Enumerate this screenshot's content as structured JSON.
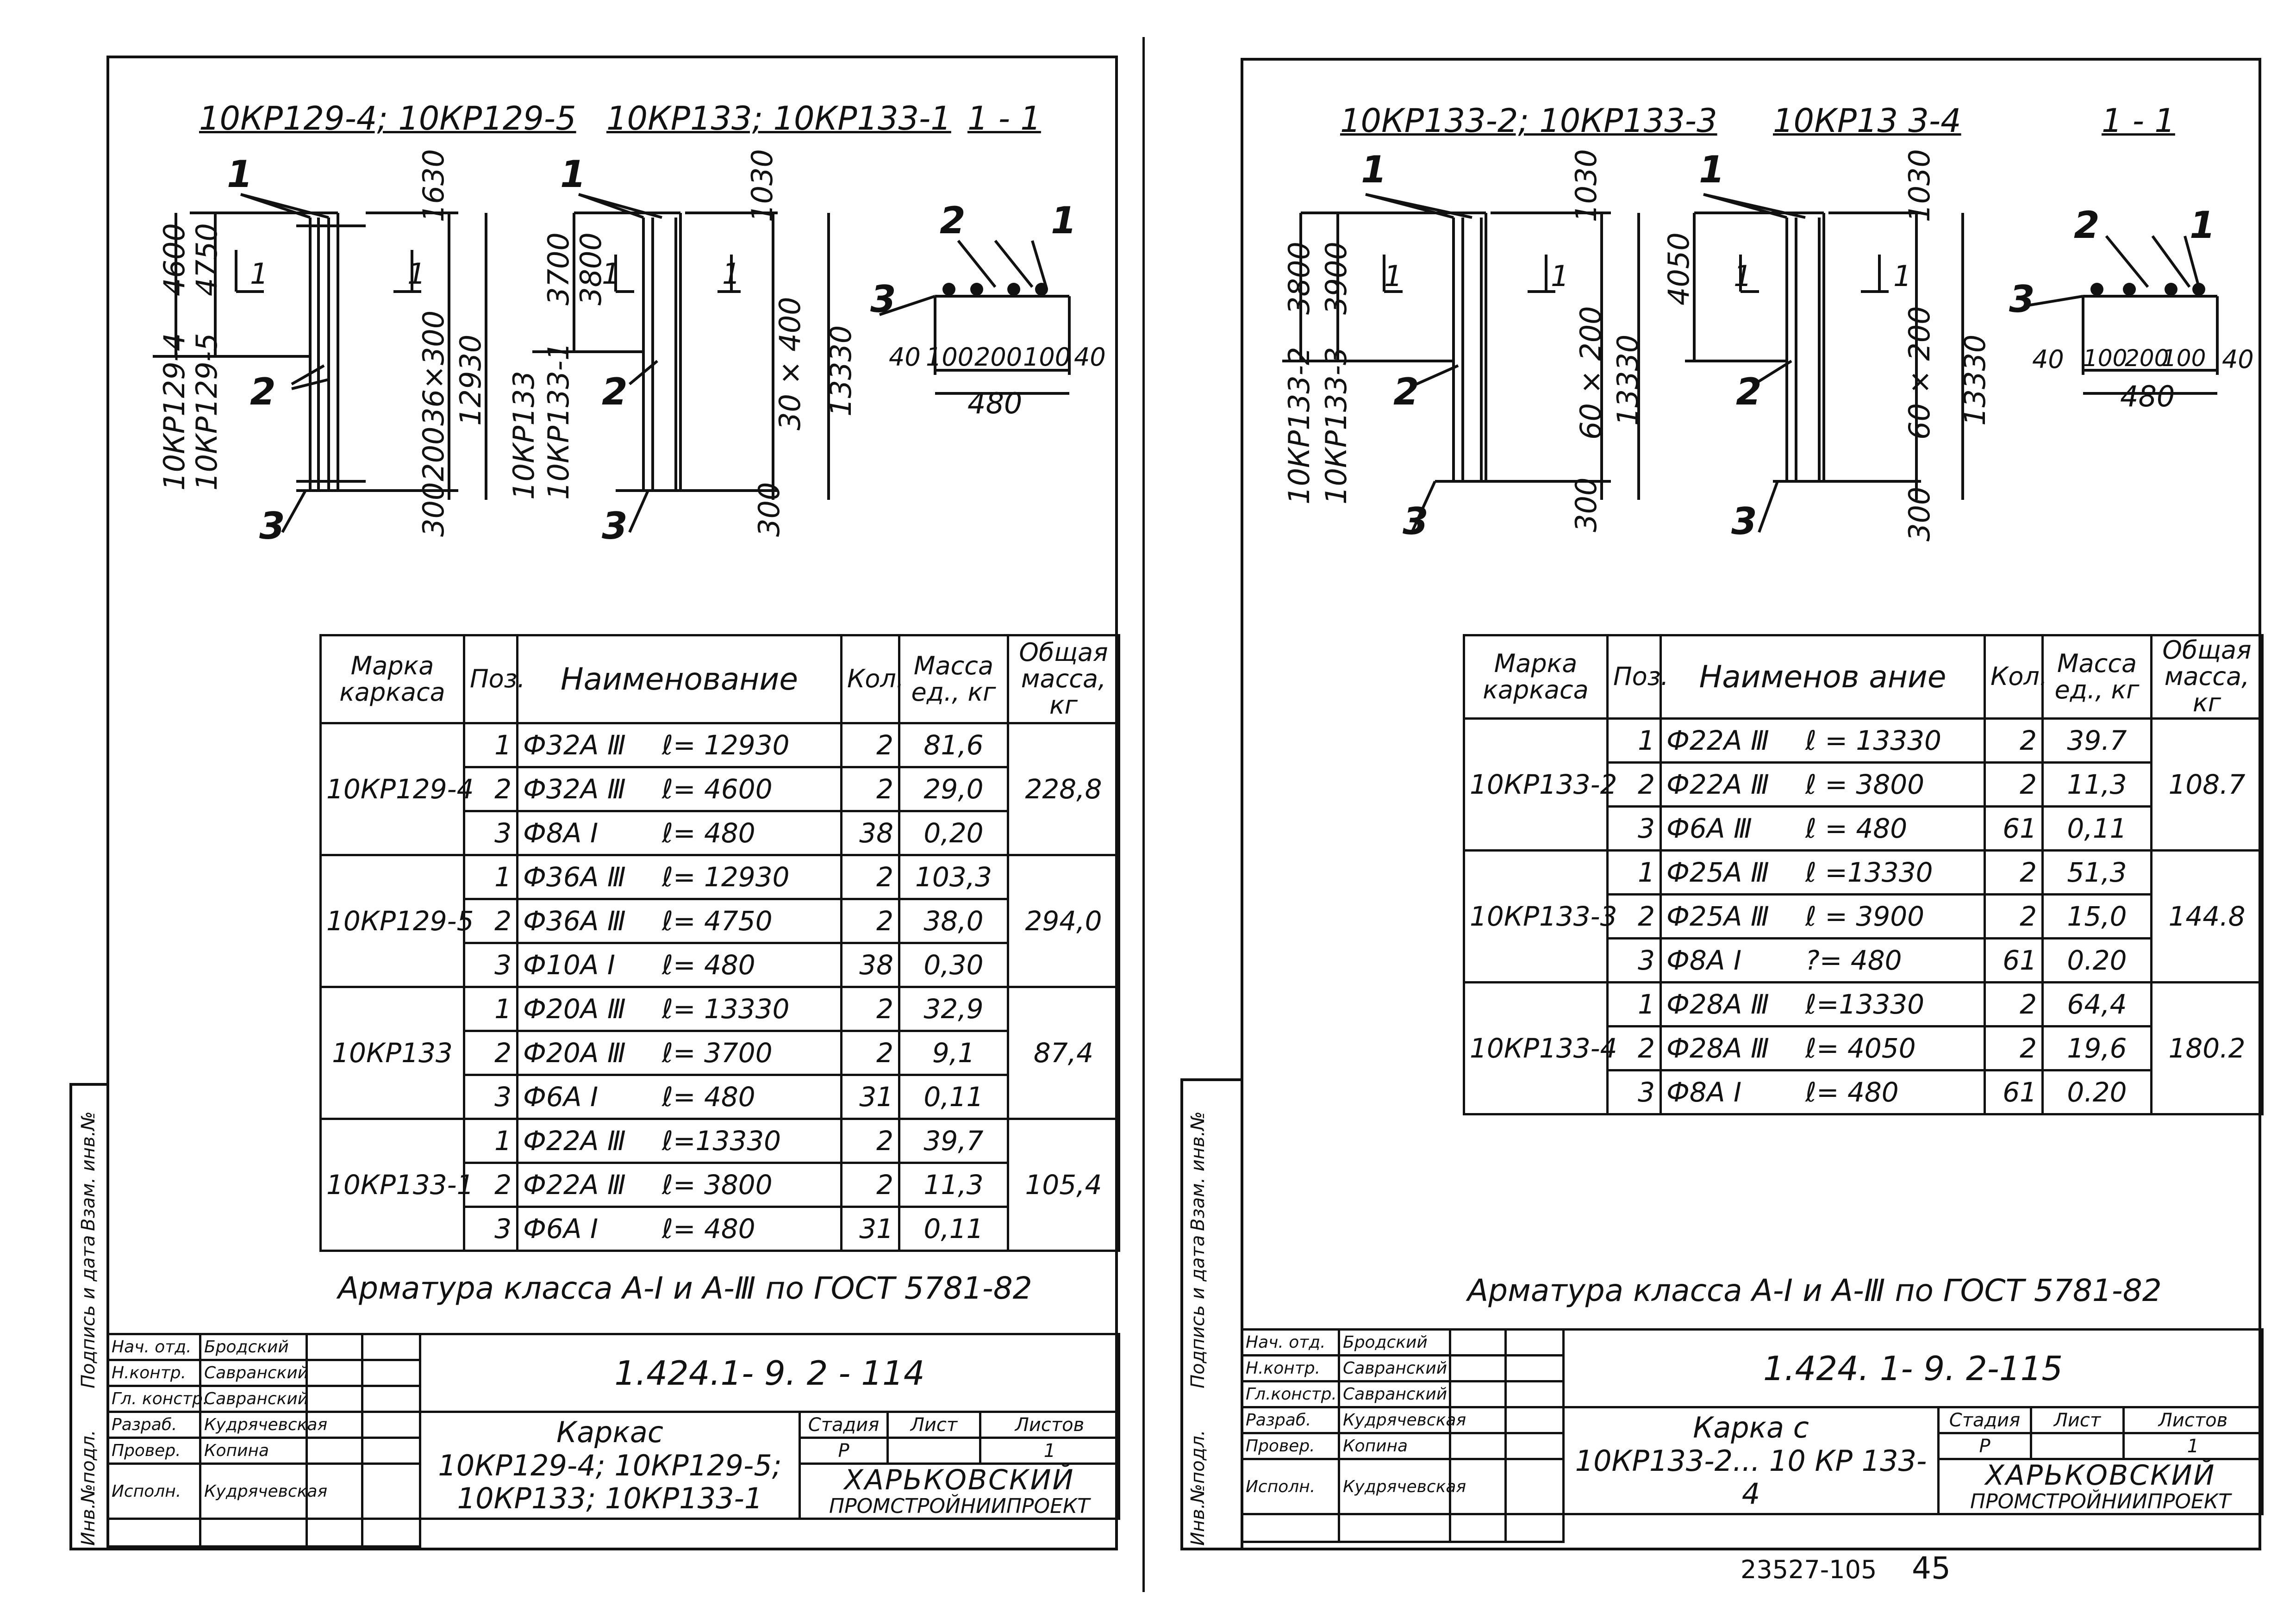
{
  "left_sheet": {
    "titles": {
      "t1": "10КР129-4; 10КР129-5",
      "t2": "10КР133; 10КР133-1",
      "t3": "1 - 1"
    },
    "dims": {
      "d4600": "4600",
      "d4750": "4750",
      "d1630": "1630",
      "d36x300": "36×300",
      "d12930": "12930",
      "d200": "200",
      "d300a": "300",
      "d3700": "3700",
      "d3800": "3800",
      "d1030": "1030",
      "d30x400": "30 × 400",
      "d13330": "13330",
      "d300b": "300",
      "sec40a": "40",
      "sec100a": "100",
      "sec200": "200",
      "sec100b": "100",
      "sec40b": "40",
      "sec480": "480"
    },
    "side_marks": {
      "m1": "10КР129-4",
      "m2": "10КР129-5",
      "m3": "10КР133",
      "m4": "10КР133-1"
    },
    "cut_marks": {
      "a": "1",
      "b": "1",
      "c": "1",
      "d": "1"
    },
    "pos": {
      "p1a": "1",
      "p2a": "2",
      "p3a": "3",
      "p1b": "1",
      "p2b": "2",
      "p3b": "3",
      "p1c": "1",
      "p2c": "2",
      "p3c": "3"
    },
    "table": {
      "headers": {
        "mark": "Марка каркаса",
        "pos": "Поз.",
        "name": "Наименование",
        "qty": "Кол.",
        "mass": "Масса ед., кг",
        "total": "Общая масса, кг"
      },
      "groups": [
        {
          "mark": "10КР129-4",
          "total": "228,8",
          "rows": [
            {
              "pos": "1",
              "name": "Ф32А Ⅲ",
              "len": "ℓ= 12930",
              "qty": "2",
              "mass": "81,6"
            },
            {
              "pos": "2",
              "name": "Ф32А Ⅲ",
              "len": "ℓ= 4600",
              "qty": "2",
              "mass": "29,0"
            },
            {
              "pos": "3",
              "name": "Ф8А Ⅰ",
              "len": "ℓ= 480",
              "qty": "38",
              "mass": "0,20"
            }
          ]
        },
        {
          "mark": "10КР129-5",
          "total": "294,0",
          "rows": [
            {
              "pos": "1",
              "name": "Ф36А Ⅲ",
              "len": "ℓ= 12930",
              "qty": "2",
              "mass": "103,3"
            },
            {
              "pos": "2",
              "name": "Ф36А Ⅲ",
              "len": "ℓ= 4750",
              "qty": "2",
              "mass": "38,0"
            },
            {
              "pos": "3",
              "name": "Ф10А Ⅰ",
              "len": "ℓ= 480",
              "qty": "38",
              "mass": "0,30"
            }
          ]
        },
        {
          "mark": "10КР133",
          "total": "87,4",
          "rows": [
            {
              "pos": "1",
              "name": "Ф20А Ⅲ",
              "len": "ℓ= 13330",
              "qty": "2",
              "mass": "32,9"
            },
            {
              "pos": "2",
              "name": "Ф20А Ⅲ",
              "len": "ℓ= 3700",
              "qty": "2",
              "mass": "9,1"
            },
            {
              "pos": "3",
              "name": "Ф6А Ⅰ",
              "len": "ℓ= 480",
              "qty": "31",
              "mass": "0,11"
            }
          ]
        },
        {
          "mark": "10КР133-1",
          "total": "105,4",
          "rows": [
            {
              "pos": "1",
              "name": "Ф22А Ⅲ",
              "len": "ℓ=13330",
              "qty": "2",
              "mass": "39,7"
            },
            {
              "pos": "2",
              "name": "Ф22А Ⅲ",
              "len": "ℓ= 3800",
              "qty": "2",
              "mass": "11,3"
            },
            {
              "pos": "3",
              "name": "Ф6А Ⅰ",
              "len": "ℓ= 480",
              "qty": "31",
              "mass": "0,11"
            }
          ]
        }
      ]
    },
    "note": "Арматура класса А-Ⅰ и А-Ⅲ по ГОСТ 5781-82",
    "stamp": {
      "roles": [
        "Нач. отд.",
        "Н.контр.",
        "Гл. констр.",
        "Разраб.",
        "Провер.",
        "Исполн."
      ],
      "names": [
        "Бродский",
        "Савранский",
        "Савранский",
        "Кудрячевская",
        "Копина",
        "Кудрячевская"
      ],
      "code": "1.424.1- 9. 2 - 114",
      "title1": "Каркас",
      "title2": "10КР129-4; 10КР129-5;",
      "title3": "10КР133; 10КР133-1",
      "stage_h": "Стадия",
      "sheet_h": "Лист",
      "sheets_h": "Листов",
      "stage": "Р",
      "sheet": "",
      "sheets": "1",
      "org1": "ХАРЬКОВСКИЙ",
      "org2": "ПРОМСТРОЙНИИПРОЕКТ"
    },
    "side_stamp": {
      "a": "Инв.№подл.",
      "b": "Подпись и дата",
      "c": "Взам. инв.№"
    }
  },
  "right_sheet": {
    "titles": {
      "t1": "10КР133-2; 10КР133-3",
      "t2": "10КР13 3-4",
      "t3": "1 - 1"
    },
    "dims": {
      "d3800": "3800",
      "d3900": "3900",
      "d1030a": "1030",
      "d60x200a": "60 × 200",
      "d13330a": "13330",
      "d300a": "300",
      "d4050": "4050",
      "d1030b": "1030",
      "d60x200b": "60 × 200",
      "d13330b": "13330",
      "d300b": "300",
      "sec40a": "40",
      "sec100a": "100",
      "sec200": "200",
      "sec100b": "100",
      "sec40b": "40",
      "sec480": "480"
    },
    "side_marks": {
      "m1": "10КР133-2",
      "m2": "10КР133-3"
    },
    "cut_marks": {
      "a": "1",
      "b": "1",
      "c": "1",
      "d": "1"
    },
    "pos": {
      "p1a": "1",
      "p2a": "2",
      "p3a": "3",
      "p1b": "1",
      "p2b": "2",
      "p3b": "3",
      "p1c": "1",
      "p2c": "2",
      "p3c": "3"
    },
    "table": {
      "headers": {
        "mark": "Марка каркаса",
        "pos": "Поз.",
        "name": "Наименов ание",
        "qty": "Кол.",
        "mass": "Масса ед., кг",
        "total": "Общая масса, кг"
      },
      "groups": [
        {
          "mark": "10КР133-2",
          "total": "108.7",
          "rows": [
            {
              "pos": "1",
              "name": "Ф22А Ⅲ",
              "len": "ℓ = 13330",
              "qty": "2",
              "mass": "39.7"
            },
            {
              "pos": "2",
              "name": "Ф22А Ⅲ",
              "len": "ℓ = 3800",
              "qty": "2",
              "mass": "11,3"
            },
            {
              "pos": "3",
              "name": "Ф6А Ⅲ",
              "len": "ℓ = 480",
              "qty": "61",
              "mass": "0,11"
            }
          ]
        },
        {
          "mark": "10КР133-3",
          "total": "144.8",
          "rows": [
            {
              "pos": "1",
              "name": "Ф25А Ⅲ",
              "len": "ℓ =13330",
              "qty": "2",
              "mass": "51,3"
            },
            {
              "pos": "2",
              "name": "Ф25А Ⅲ",
              "len": "ℓ = 3900",
              "qty": "2",
              "mass": "15,0"
            },
            {
              "pos": "3",
              "name": "Ф8А Ⅰ",
              "len": "?= 480",
              "qty": "61",
              "mass": "0.20"
            }
          ]
        },
        {
          "mark": "10КР133-4",
          "total": "180.2",
          "rows": [
            {
              "pos": "1",
              "name": "Ф28А Ⅲ",
              "len": "ℓ=13330",
              "qty": "2",
              "mass": "64,4"
            },
            {
              "pos": "2",
              "name": "Ф28А Ⅲ",
              "len": "ℓ= 4050",
              "qty": "2",
              "mass": "19,6"
            },
            {
              "pos": "3",
              "name": "Ф8А Ⅰ",
              "len": "ℓ= 480",
              "qty": "61",
              "mass": "0.20"
            }
          ]
        }
      ]
    },
    "note": "Арматура класса А-I и А-Ⅲ по ГОСТ 5781-82",
    "stamp": {
      "roles": [
        "Нач. отд.",
        "Н.контр.",
        "Гл.констр.",
        "Разраб.",
        "Провер.",
        "Исполн."
      ],
      "names": [
        "Бродский",
        "Савранский",
        "Савранский",
        "Кудрячевская",
        "Копина",
        "Кудрячевская"
      ],
      "code": "1.424. 1- 9. 2-115",
      "title1": "Карка с",
      "title2": "10КР133-2... 10 КР 133-4",
      "stage_h": "Стадия",
      "sheet_h": "Лист",
      "sheets_h": "Листов",
      "stage": "Р",
      "sheet": "",
      "sheets": "1",
      "org1": "ХАРЬКОВСКИЙ",
      "org2": "ПРОМСТРОЙНИИПРОЕКТ"
    },
    "side_stamp": {
      "a": "Инв.№подл.",
      "b": "Подпись и дата",
      "c": "Взам. инв.№"
    }
  },
  "footer": {
    "doc_no": "23527-105",
    "page": "45"
  }
}
